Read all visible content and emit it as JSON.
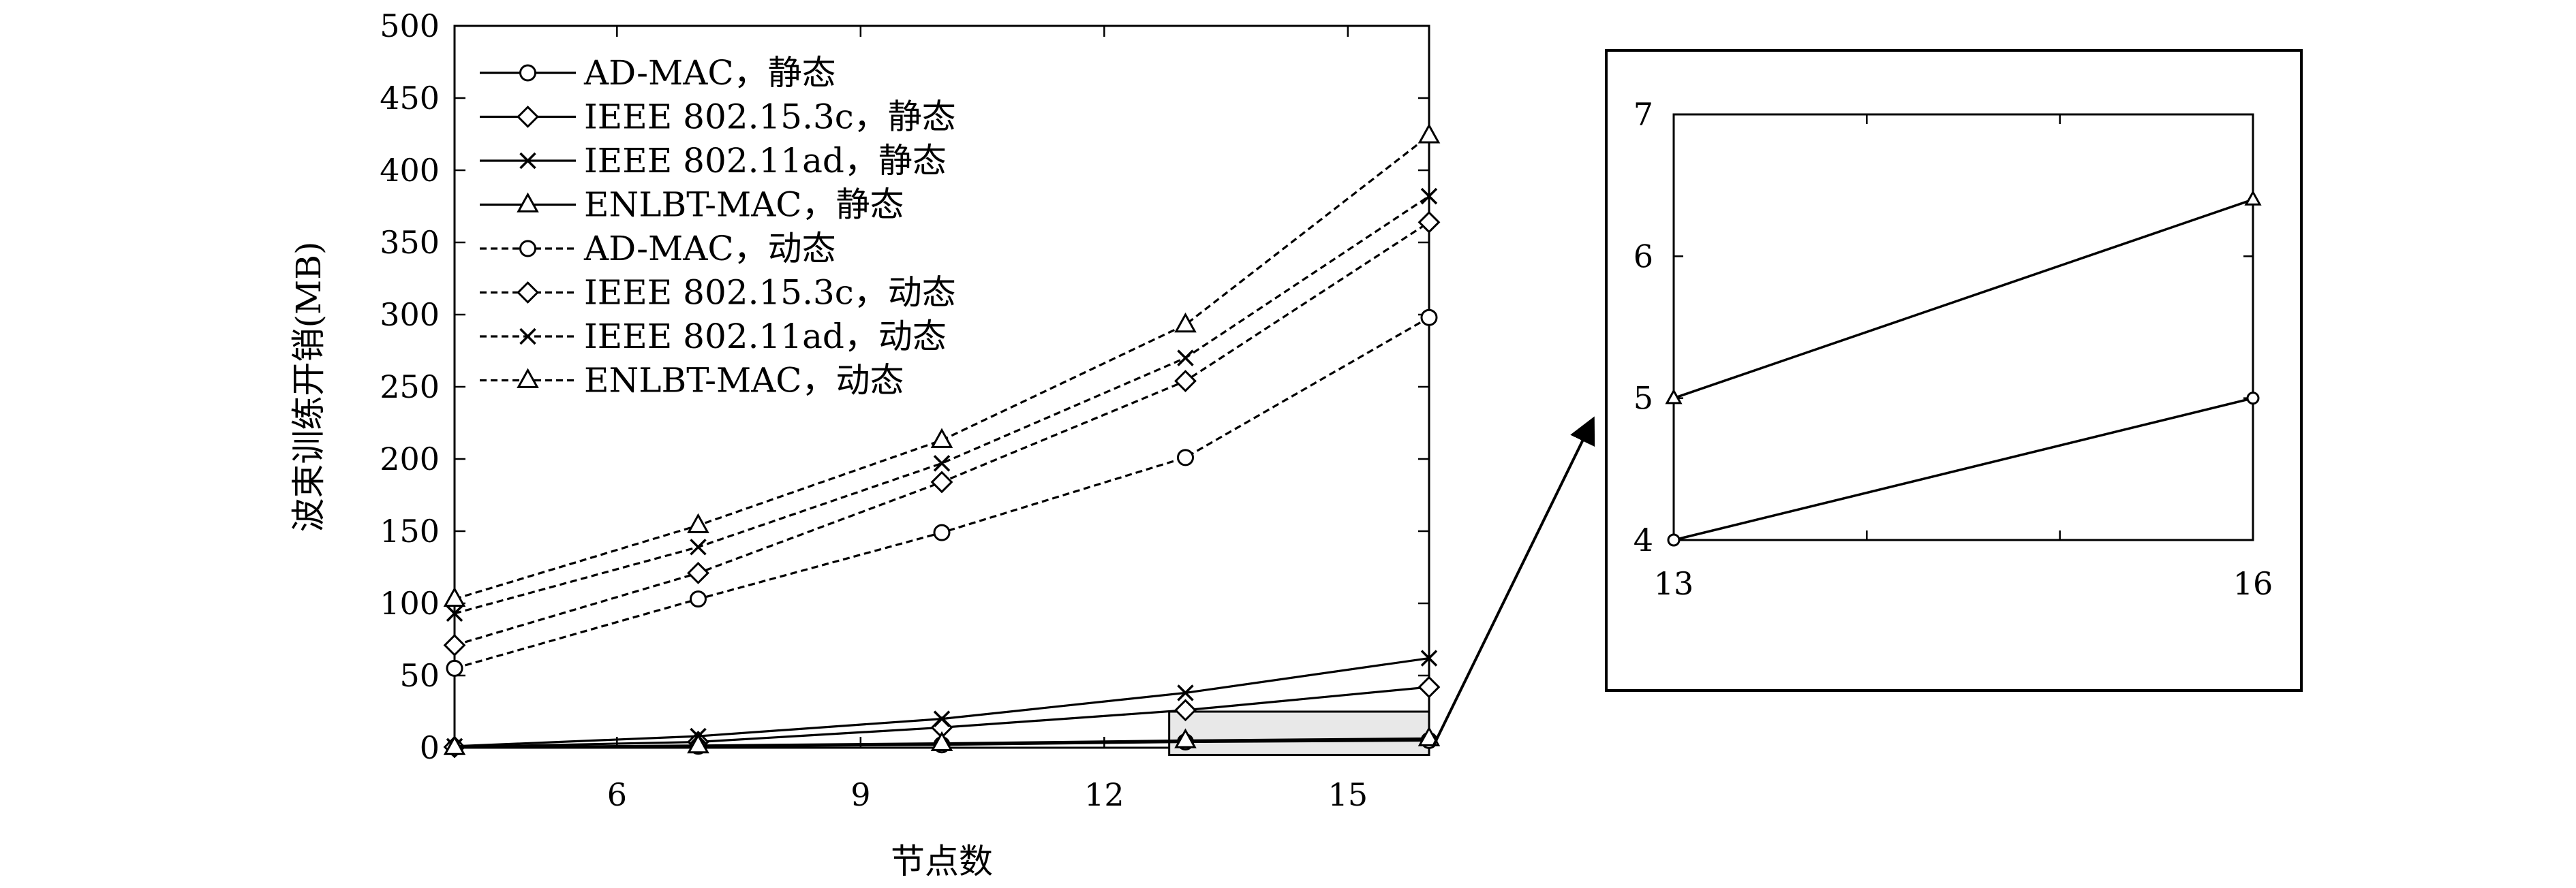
{
  "chart_data": [
    {
      "type": "line",
      "title": "",
      "xlabel": "节点数",
      "ylabel": "波束训练开销(MB)",
      "x": [
        4,
        7,
        10,
        13,
        16
      ],
      "xticks": [
        6,
        9,
        12,
        15
      ],
      "xlim": [
        4,
        16
      ],
      "ylim": [
        0,
        500
      ],
      "yticks": [
        0,
        50,
        100,
        150,
        200,
        250,
        300,
        350,
        400,
        450,
        500
      ],
      "grid": false,
      "legend_position": "top-left",
      "series": [
        {
          "name": "AD-MAC，静态",
          "marker": "circle",
          "style": "solid",
          "values": [
            0.2,
            1.0,
            2.0,
            4.0,
            5.0
          ]
        },
        {
          "name": "IEEE 802.15.3c，静态",
          "marker": "diamond",
          "style": "solid",
          "values": [
            0.5,
            4.0,
            14.0,
            26.0,
            42.0
          ]
        },
        {
          "name": "IEEE 802.11ad，静态",
          "marker": "x",
          "style": "solid",
          "values": [
            1.0,
            8.0,
            20.0,
            38.0,
            62.0
          ]
        },
        {
          "name": "ENLBT-MAC，静态",
          "marker": "triangle",
          "style": "solid",
          "values": [
            0.3,
            1.5,
            3.0,
            5.0,
            6.4
          ]
        },
        {
          "name": "AD-MAC，动态",
          "marker": "circle",
          "style": "dashed",
          "values": [
            55,
            103,
            149,
            201,
            298
          ]
        },
        {
          "name": "IEEE 802.15.3c，动态",
          "marker": "diamond",
          "style": "dashed",
          "values": [
            71,
            121,
            184,
            254,
            364
          ]
        },
        {
          "name": "IEEE 802.11ad，动态",
          "marker": "x",
          "style": "dashed",
          "values": [
            93,
            139,
            197,
            270,
            382
          ]
        },
        {
          "name": "ENLBT-MAC，动态",
          "marker": "triangle",
          "style": "dashed",
          "values": [
            103,
            154,
            213,
            293,
            424
          ]
        }
      ]
    },
    {
      "type": "line",
      "title": "",
      "xlabel": "",
      "ylabel": "",
      "x": [
        13,
        16
      ],
      "xticks": [
        13,
        16
      ],
      "xlim": [
        13,
        16
      ],
      "ylim": [
        4,
        7
      ],
      "yticks": [
        4,
        5,
        6,
        7
      ],
      "grid": false,
      "series": [
        {
          "marker": "circle",
          "style": "solid",
          "values": [
            4.0,
            5.0
          ]
        },
        {
          "marker": "triangle",
          "style": "solid",
          "values": [
            5.0,
            6.4
          ]
        }
      ]
    }
  ]
}
